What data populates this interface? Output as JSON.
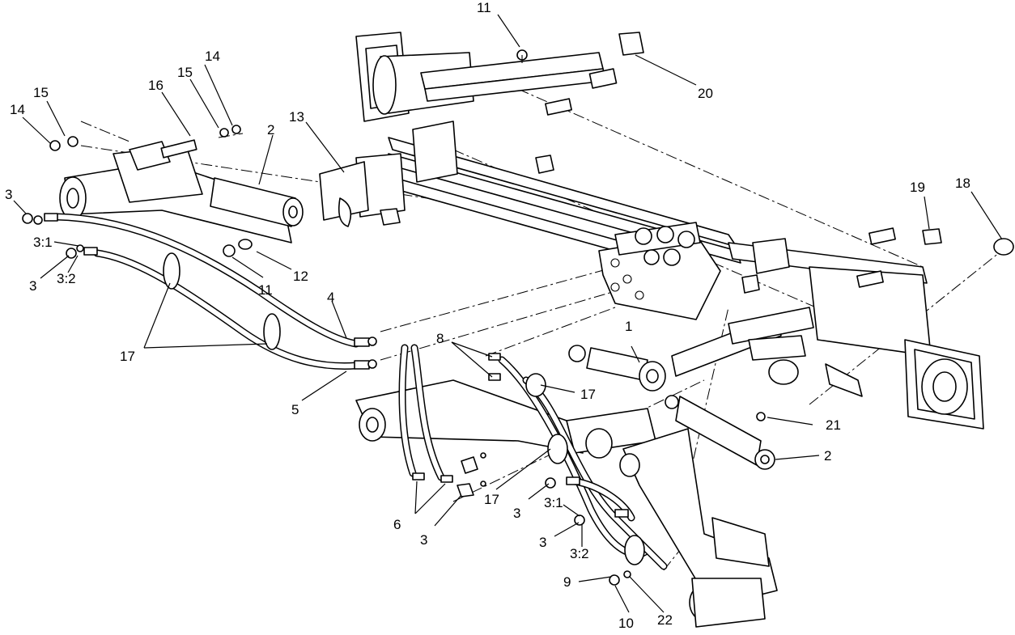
{
  "callouts": {
    "c1": "1",
    "c2a": "2",
    "c2b": "2",
    "c3a": "3",
    "c3b": "3",
    "c3c": "3",
    "c3d": "3",
    "c3e": "3",
    "c31a": "3:1",
    "c31b": "3:1",
    "c32a": "3:2",
    "c32b": "3:2",
    "c4": "4",
    "c5": "5",
    "c6": "6",
    "c8": "8",
    "c9": "9",
    "c10": "10",
    "c11a": "11",
    "c11b": "11",
    "c12": "12",
    "c13": "13",
    "c14a": "14",
    "c14b": "14",
    "c15a": "15",
    "c15b": "15",
    "c16": "16",
    "c17a": "17",
    "c17b": "17",
    "c17c": "17",
    "c18": "18",
    "c19": "19",
    "c20": "20",
    "c21": "21",
    "c22": "22"
  }
}
